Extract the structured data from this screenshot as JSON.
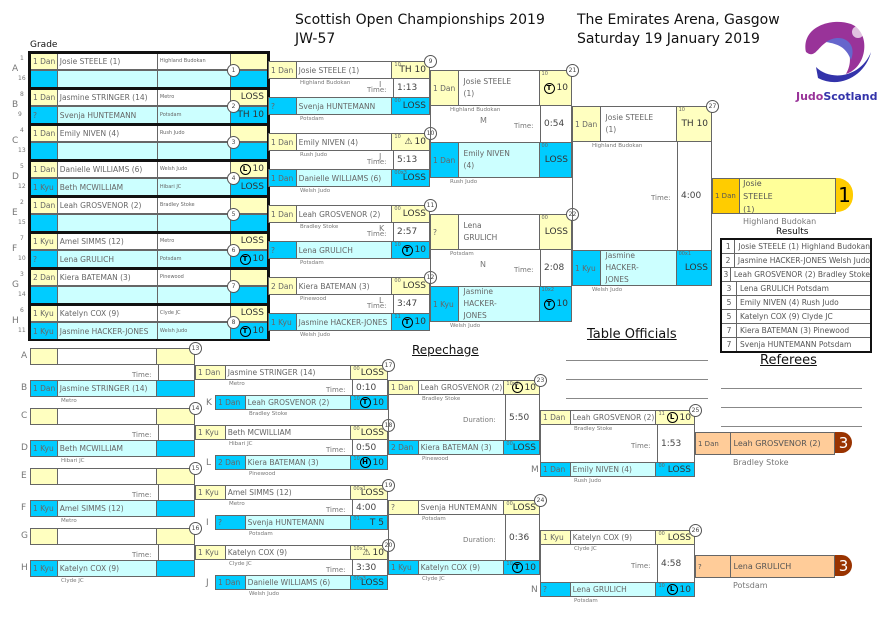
{
  "header": {
    "title": "Scottish Open Championships 2019",
    "code": "JW-57",
    "venue": "The Emirates Arena, Gasgow",
    "date": "Saturday 19 January 2019",
    "grade_label": "Grade",
    "logo_judo": "Judo",
    "logo_scotland": "Scotland",
    "repechage": "Repechage",
    "table_officials": "Table Officials",
    "referees": "Referees",
    "results_title": "Results",
    "time_label": "Time:",
    "duration_label": "Duration:"
  },
  "colors": {
    "yellow": "#ffffc0",
    "blue": "#00ccff",
    "light_blue": "#ccffff",
    "gold": "#ffcc00",
    "bronze": "#ffcc99",
    "bronze_dark": "#993300",
    "logo_purple": "#993399",
    "logo_blue": "#3333aa"
  },
  "pool": [
    {
      "letter": "A",
      "seeds": [
        "1",
        "16"
      ],
      "num": "1",
      "top": {
        "grade": "1 Dan",
        "name": "Josie STEELE (1)",
        "club": "Highland Budokan",
        "score": ""
      },
      "bottom": {
        "grade": "",
        "name": "",
        "club": "",
        "score": ""
      }
    },
    {
      "letter": "B",
      "seeds": [
        "8",
        "9"
      ],
      "num": "2",
      "top": {
        "grade": "1 Dan",
        "name": "Jasmine STRINGER (14)",
        "club": "Metro",
        "score": "LOSS"
      },
      "bottom": {
        "grade": "?",
        "name": "Svenja HUNTEMANN",
        "club": "Potsdam",
        "score": "TH 10"
      }
    },
    {
      "letter": "C",
      "seeds": [
        "4",
        "13"
      ],
      "num": "3",
      "top": {
        "grade": "1 Dan",
        "name": "Emily NIVEN (4)",
        "club": "Rush Judo",
        "score": ""
      },
      "bottom": {
        "grade": "",
        "name": "",
        "club": "",
        "score": ""
      }
    },
    {
      "letter": "D",
      "seeds": [
        "5",
        "12"
      ],
      "num": "4",
      "top": {
        "grade": "1 Dan",
        "name": "Danielle WILLIAMS (6)",
        "club": "Welsh Judo",
        "score": "10",
        "icon": "L"
      },
      "bottom": {
        "grade": "1 Kyu",
        "name": "Beth MCWILLIAM",
        "club": "Hibari JC",
        "score": "LOSS"
      }
    },
    {
      "letter": "E",
      "seeds": [
        "2",
        "15"
      ],
      "num": "5",
      "top": {
        "grade": "1 Dan",
        "name": "Leah GROSVENOR (2)",
        "club": "Bradley Stoke",
        "score": ""
      },
      "bottom": {
        "grade": "",
        "name": "",
        "club": "",
        "score": ""
      }
    },
    {
      "letter": "F",
      "seeds": [
        "7",
        "10"
      ],
      "num": "6",
      "top": {
        "grade": "1 Kyu",
        "name": "Amel SIMMS (12)",
        "club": "Metro",
        "score": "LOSS"
      },
      "bottom": {
        "grade": "?",
        "name": "Lena GRULICH",
        "club": "Potsdam",
        "score": "10",
        "icon": "T"
      }
    },
    {
      "letter": "G",
      "seeds": [
        "3",
        "14"
      ],
      "num": "7",
      "top": {
        "grade": "2 Dan",
        "name": "Kiera BATEMAN (3)",
        "club": "Pinewood",
        "score": ""
      },
      "bottom": {
        "grade": "",
        "name": "",
        "club": "",
        "score": ""
      }
    },
    {
      "letter": "H",
      "seeds": [
        "6",
        "11"
      ],
      "num": "8",
      "top": {
        "grade": "1 Kyu",
        "name": "Katelyn COX (9)",
        "club": "Clyde JC",
        "score": "LOSS"
      },
      "bottom": {
        "grade": "1 Kyu",
        "name": "Jasmine HACKER-JONES",
        "club": "Welsh Judo",
        "score": "10",
        "icon": "T"
      }
    }
  ],
  "round2": [
    {
      "num": "9",
      "label": "I",
      "time": "1:13",
      "top": {
        "grade": "1 Dan",
        "name": "Josie STEELE (1)",
        "club": "Highland Budokan",
        "score": "TH 10",
        "note": "10"
      },
      "bottom": {
        "grade": "?",
        "name": "Svenja HUNTEMANN",
        "club": "Potsdam",
        "score": "LOSS",
        "note": "00"
      }
    },
    {
      "num": "10",
      "label": "J",
      "time": "5:13",
      "top": {
        "grade": "1 Dan",
        "name": "Emily NIVEN (4)",
        "club": "Rush Judo",
        "score": "10",
        "icon": "tri",
        "note": "10"
      },
      "bottom": {
        "grade": "1 Dan",
        "name": "Danielle WILLIAMS (6)",
        "club": "Welsh Judo",
        "score": "LOSS",
        "note": "00x3"
      }
    },
    {
      "num": "11",
      "label": "K",
      "time": "2:57",
      "top": {
        "grade": "1 Dan",
        "name": "Leah GROSVENOR (2)",
        "club": "Bradley Stoke",
        "score": "LOSS",
        "note": "00"
      },
      "bottom": {
        "grade": "?",
        "name": "Lena GRULICH",
        "club": "Potsdam",
        "score": "10",
        "icon": "T",
        "note": "10"
      }
    },
    {
      "num": "12",
      "label": "L",
      "time": "3:47",
      "top": {
        "grade": "2 Dan",
        "name": "Kiera BATEMAN (3)",
        "club": "Pinewood",
        "score": "LOSS",
        "note": "00"
      },
      "bottom": {
        "grade": "1 Kyu",
        "name": "Jasmine HACKER-JONES",
        "club": "Welsh Judo",
        "score": "10",
        "icon": "T",
        "note": "11"
      }
    }
  ],
  "round3": [
    {
      "num": "21",
      "label": "M",
      "time": "0:54",
      "top": {
        "grade": "1 Dan",
        "name": "Josie STEELE (1)",
        "club": "Highland Budokan",
        "score": "10",
        "icon": "T",
        "note": "10"
      },
      "bottom": {
        "grade": "1 Dan",
        "name": "Emily NIVEN (4)",
        "club": "Rush Judo",
        "score": "LOSS",
        "note": "00"
      }
    },
    {
      "num": "22",
      "label": "N",
      "time": "2:08",
      "top": {
        "grade": "?",
        "name": "Lena GRULICH",
        "club": "Potsdam",
        "score": "LOSS",
        "note": "00"
      },
      "bottom": {
        "grade": "1 Kyu",
        "name": "Jasmine HACKER-JONES",
        "club": "Welsh Judo",
        "score": "10",
        "icon": "T",
        "note": "10x2"
      }
    }
  ],
  "final": {
    "num": "27",
    "label": "",
    "time": "4:00",
    "top": {
      "grade": "1 Dan",
      "name": "Josie STEELE (1)",
      "club": "Highland Budokan",
      "score": "TH 10",
      "note": "10"
    },
    "bottom": {
      "grade": "1 Kyu",
      "name": "Jasmine HACKER-JONES",
      "club": "Welsh Judo",
      "score": "LOSS",
      "note": "00x1"
    }
  },
  "winner": {
    "grade": "1 Dan",
    "name": "Josie STEELE (1)",
    "club": "Highland Budokan",
    "place": "1"
  },
  "results": [
    {
      "place": "1",
      "text": "Josie STEELE (1) Highland Budokan"
    },
    {
      "place": "2",
      "text": "Jasmine HACKER-JONES Welsh Judo"
    },
    {
      "place": "3",
      "text": "Leah GROSVENOR (2) Bradley Stoke"
    },
    {
      "place": "3",
      "text": "Lena GRULICH Potsdam"
    },
    {
      "place": "5",
      "text": "Emily NIVEN (4) Rush Judo"
    },
    {
      "place": "5",
      "text": "Katelyn COX (9) Clyde JC"
    },
    {
      "place": "7",
      "text": "Kiera BATEMAN (3) Pinewood"
    },
    {
      "place": "7",
      "text": "Svenja HUNTEMANN Potsdam"
    }
  ],
  "rep1": [
    {
      "num": "13",
      "letters": [
        "A",
        "B"
      ],
      "label": "",
      "time": "",
      "top": {
        "grade": "",
        "name": "",
        "club": "",
        "score": ""
      },
      "bottom": {
        "grade": "1 Dan",
        "name": "Jasmine STRINGER (14)",
        "club": "Metro",
        "score": ""
      }
    },
    {
      "num": "14",
      "letters": [
        "C",
        "D"
      ],
      "label": "",
      "time": "",
      "top": {
        "grade": "",
        "name": "",
        "club": "",
        "score": ""
      },
      "bottom": {
        "grade": "1 Kyu",
        "name": "Beth MCWILLIAM",
        "club": "Hibari JC",
        "score": ""
      }
    },
    {
      "num": "15",
      "letters": [
        "E",
        "F"
      ],
      "label": "",
      "time": "",
      "top": {
        "grade": "",
        "name": "",
        "club": "",
        "score": ""
      },
      "bottom": {
        "grade": "1 Kyu",
        "name": "Amel SIMMS (12)",
        "club": "Metro",
        "score": ""
      }
    },
    {
      "num": "16",
      "letters": [
        "G",
        "H"
      ],
      "label": "",
      "time": "",
      "top": {
        "grade": "",
        "name": "",
        "club": "",
        "score": ""
      },
      "bottom": {
        "grade": "1 Kyu",
        "name": "Katelyn COX (9)",
        "club": "Clyde JC",
        "score": ""
      }
    }
  ],
  "rep2": [
    {
      "num": "17",
      "label": "K",
      "time": "0:10",
      "top": {
        "grade": "1 Dan",
        "name": "Jasmine STRINGER (14)",
        "club": "Metro",
        "score": "LOSS",
        "note": "00"
      },
      "bottom": {
        "grade": "1 Dan",
        "name": "Leah GROSVENOR (2)",
        "club": "Bradley Stoke",
        "score": "10",
        "icon": "T",
        "note": "10"
      }
    },
    {
      "num": "18",
      "label": "L",
      "time": "0:50",
      "top": {
        "grade": "1 Kyu",
        "name": "Beth MCWILLIAM",
        "club": "Hibari JC",
        "score": "LOSS",
        "note": "00"
      },
      "bottom": {
        "grade": "2 Dan",
        "name": "Kiera BATEMAN (3)",
        "club": "Pinewood",
        "score": "10",
        "icon": "H",
        "note": "10"
      }
    },
    {
      "num": "19",
      "label": "I",
      "time": "4:00",
      "top": {
        "grade": "1 Kyu",
        "name": "Amel SIMMS (12)",
        "club": "Metro",
        "score": "LOSS",
        "note": "00x1"
      },
      "bottom": {
        "grade": "?",
        "name": "Svenja HUNTEMANN",
        "club": "Potsdam",
        "score": "T 5",
        "note": "01"
      }
    },
    {
      "num": "20",
      "label": "J",
      "time": "3:30",
      "top": {
        "grade": "1 Kyu",
        "name": "Katelyn COX (9)",
        "club": "Clyde JC",
        "score": "10",
        "icon": "tri",
        "note": "10x1"
      },
      "bottom": {
        "grade": "1 Dan",
        "name": "Danielle WILLIAMS (6)",
        "club": "Welsh Judo",
        "score": "LOSS",
        "note": "00x3"
      }
    }
  ],
  "rep3": [
    {
      "num": "23",
      "label": "",
      "time": "5:50",
      "top": {
        "grade": "1 Dan",
        "name": "Leah GROSVENOR (2)",
        "club": "Bradley Stoke",
        "score": "10",
        "icon": "L",
        "note": "10x2"
      },
      "bottom": {
        "grade": "2 Dan",
        "name": "Kiera BATEMAN (3)",
        "club": "Pinewood",
        "score": "LOSS",
        "note": "00"
      }
    },
    {
      "num": "24",
      "label": "",
      "time": "0:36",
      "top": {
        "grade": "?",
        "name": "Svenja HUNTEMANN",
        "club": "Potsdam",
        "score": "LOSS",
        "note": "00"
      },
      "bottom": {
        "grade": "1 Kyu",
        "name": "Katelyn COX (9)",
        "club": "Clyde JC",
        "score": "10",
        "icon": "T",
        "note": "10"
      }
    }
  ],
  "bronze_matches": [
    {
      "num": "25",
      "label": "M",
      "time": "1:53",
      "top": {
        "grade": "1 Dan",
        "name": "Leah GROSVENOR (2)",
        "club": "Bradley Stoke",
        "score": "10",
        "icon": "L",
        "note": "11"
      },
      "bottom": {
        "grade": "1 Dan",
        "name": "Emily NIVEN (4)",
        "club": "Rush Judo",
        "score": "LOSS",
        "note": "00"
      }
    },
    {
      "num": "26",
      "label": "N",
      "time": "4:58",
      "top": {
        "grade": "1 Kyu",
        "name": "Katelyn COX (9)",
        "club": "Clyde JC",
        "score": "LOSS",
        "note": "00"
      },
      "bottom": {
        "grade": "?",
        "name": "Lena GRULICH",
        "club": "Potsdam",
        "score": "10",
        "icon": "L",
        "note": "10"
      }
    }
  ],
  "bronze": [
    {
      "grade": "1 Dan",
      "name": "Leah GROSVENOR (2)",
      "club": "Bradley Stoke",
      "place": "3"
    },
    {
      "grade": "?",
      "name": "Lena GRULICH",
      "club": "Potsdam",
      "place": "3"
    }
  ]
}
